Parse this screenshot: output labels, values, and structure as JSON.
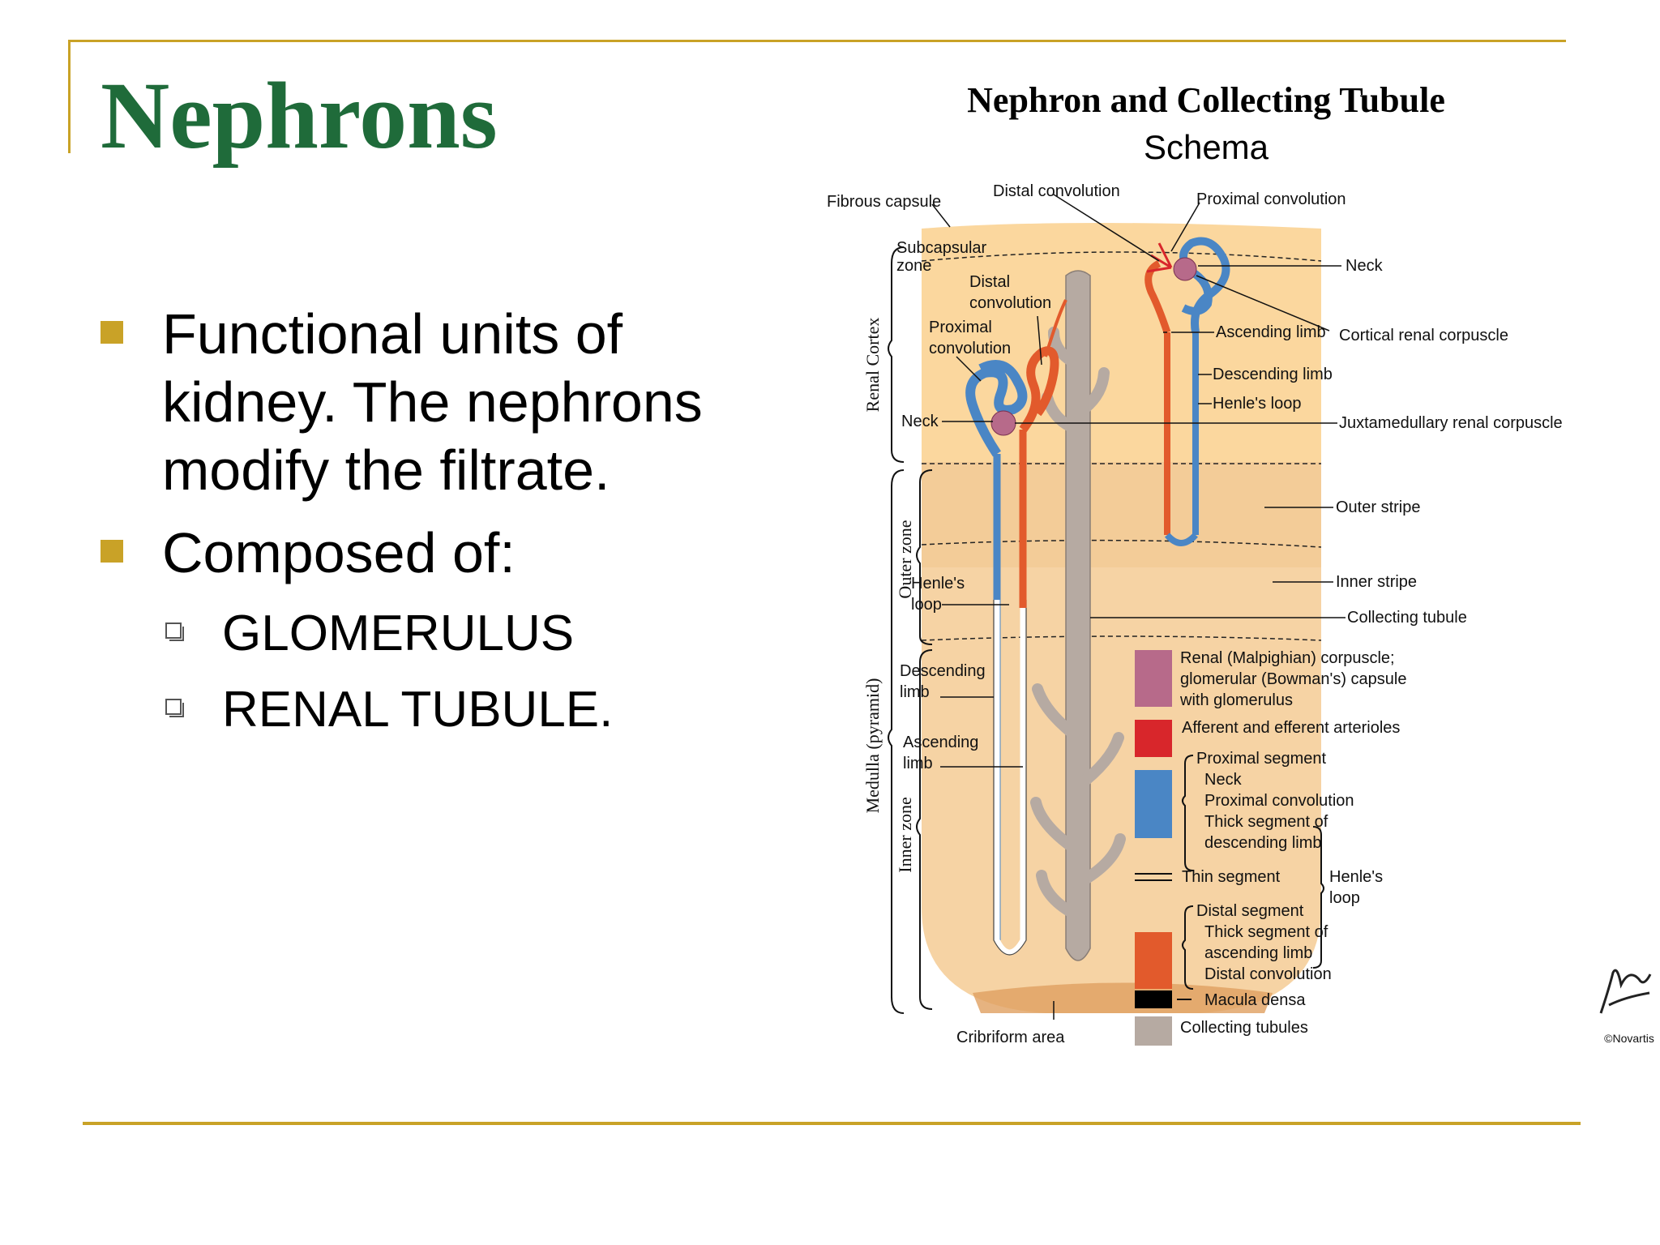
{
  "slide": {
    "title": "Nephrons",
    "bullets": [
      "Functional units of kidney. The nephrons modify the filtrate.",
      "Composed of:"
    ],
    "sub_bullets": [
      "GLOMERULUS",
      "RENAL TUBULE."
    ]
  },
  "diagram": {
    "title": "Nephron and Collecting Tubule",
    "subtitle": "Schema",
    "labels": {
      "fibrous_capsule": "Fibrous capsule",
      "distal_convolution_top": "Distal convolution",
      "proximal_convolution_top": "Proximal convolution",
      "subcapsular_zone_1": "Subcapsular",
      "subcapsular_zone_2": "zone",
      "distal_convolution_1": "Distal",
      "distal_convolution_2": "convolution",
      "proximal_convolution_1": "Proximal",
      "proximal_convolution_2": "convolution",
      "neck_left": "Neck",
      "neck_right": "Neck",
      "ascending_limb_right": "Ascending limb",
      "descending_limb_right": "Descending limb",
      "henles_loop_right": "Henle's loop",
      "cortical_renal_corpuscle": "Cortical renal corpuscle",
      "juxtamedullary_renal_corpuscle": "Juxtamedullary renal corpuscle",
      "outer_stripe": "Outer stripe",
      "inner_stripe": "Inner stripe",
      "collecting_tubule": "Collecting tubule",
      "henles_loop_left_1": "Henle's",
      "henles_loop_left_2": "loop",
      "descending_limb_left_1": "Descending",
      "descending_limb_left_2": "limb",
      "ascending_limb_left_1": "Ascending",
      "ascending_limb_left_2": "limb",
      "cribriform_area": "Cribriform area",
      "renal_cortex": "Renal Cortex",
      "outer_zone": "Outer zone",
      "inner_zone": "Inner zone",
      "medulla_pyramid": "Medulla (pyramid)"
    },
    "legend": {
      "renal_corpuscle_1": "Renal (Malpighian) corpuscle;",
      "renal_corpuscle_2": "glomerular (Bowman's) capsule",
      "renal_corpuscle_3": "with glomerulus",
      "arterioles": "Afferent and efferent arterioles",
      "proximal_segment": "Proximal segment",
      "neck": "Neck",
      "proximal_convolution": "Proximal convolution",
      "thick_desc_1": "Thick segment of",
      "thick_desc_2": "descending limb",
      "thin_segment": "Thin segment",
      "henles_loop_1": "Henle's",
      "henles_loop_2": "loop",
      "distal_segment": "Distal segment",
      "thick_asc_1": "Thick segment of",
      "thick_asc_2": "ascending limb",
      "distal_convolution": "Distal convolution",
      "macula_densa": "Macula densa",
      "collecting_tubules": "Collecting tubules"
    },
    "signature": "F.Netter",
    "copyright": "©Novartis",
    "colors": {
      "corpuscle": "#b76a8a",
      "arterioles": "#d8262b",
      "proximal": "#4a86c5",
      "thin": "#ffffff",
      "distal": "#e25a2c",
      "macula": "#000000",
      "collecting": "#b6aaa2",
      "cortex": "#fbd79e",
      "medulla": "#f7d6a6"
    }
  }
}
